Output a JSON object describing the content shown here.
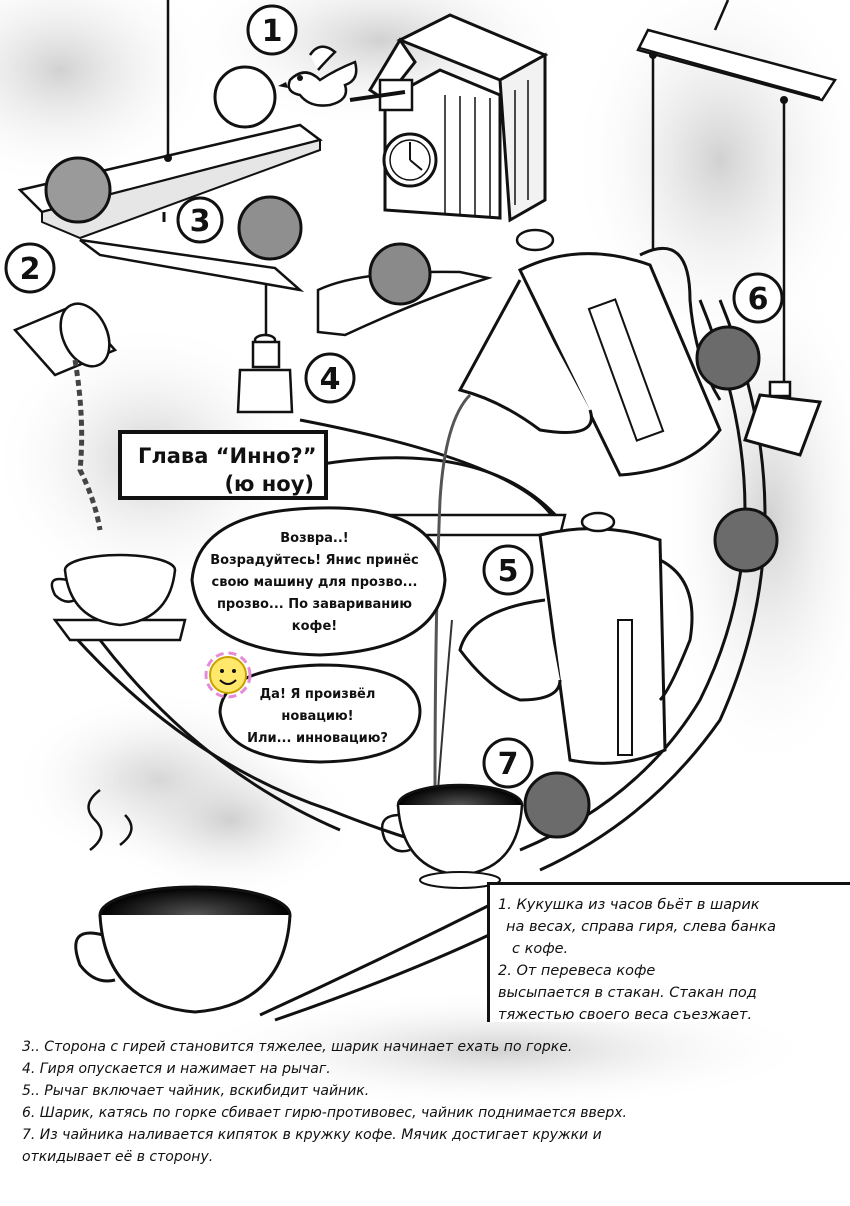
{
  "title": {
    "line1": "Глава “Инно?”",
    "line2": "(ю ноу)"
  },
  "markers": [
    "1",
    "2",
    "3",
    "4",
    "5",
    "6",
    "7"
  ],
  "dialogue": {
    "bubble1": [
      "Возвра..!",
      "Возрадуйтесь! Янис принёс",
      "свою машину для прозво...",
      "прозво... По завариванию",
      "кофе!"
    ],
    "bubble2": [
      "Да! Я произвёл",
      "новацию!",
      "Или... инновацию?"
    ]
  },
  "legend": [
    "1. Кукушка из часов бьёт в шарик",
    "на весах, справа гиря,  слева банка",
    "с кофе.",
    "2. От перевеса кофе",
    "высыпается в стакан. Стакан под",
    "тяжестью своего веса съезжает."
  ],
  "steps": [
    "3.. Сторона с гирей становится тяжелее, шарик начинает ехать по горке.",
    "4. Гиря опускается и нажимает на рычаг.",
    "5.. Рычаг включает чайник, вскибидит чайник.",
    "6. Шарик, катясь по горке сбивает гирю-противовес, чайник поднимается вверх.",
    "7. Из чайника наливается кипяток в кружку кофе. Мячик достигает кружки и",
    "откидывает её в сторону."
  ],
  "colors": {
    "ink": "#111111",
    "ball": "#6b6b6b",
    "ball_light": "#9a9a9a",
    "coffee": "#1c1c1c",
    "paper": "#ffffff"
  },
  "icons": [
    "cuckoo-clock-icon",
    "bird-icon",
    "kettle-icon",
    "cup-icon",
    "weight-icon",
    "ball-icon",
    "character-icon"
  ]
}
